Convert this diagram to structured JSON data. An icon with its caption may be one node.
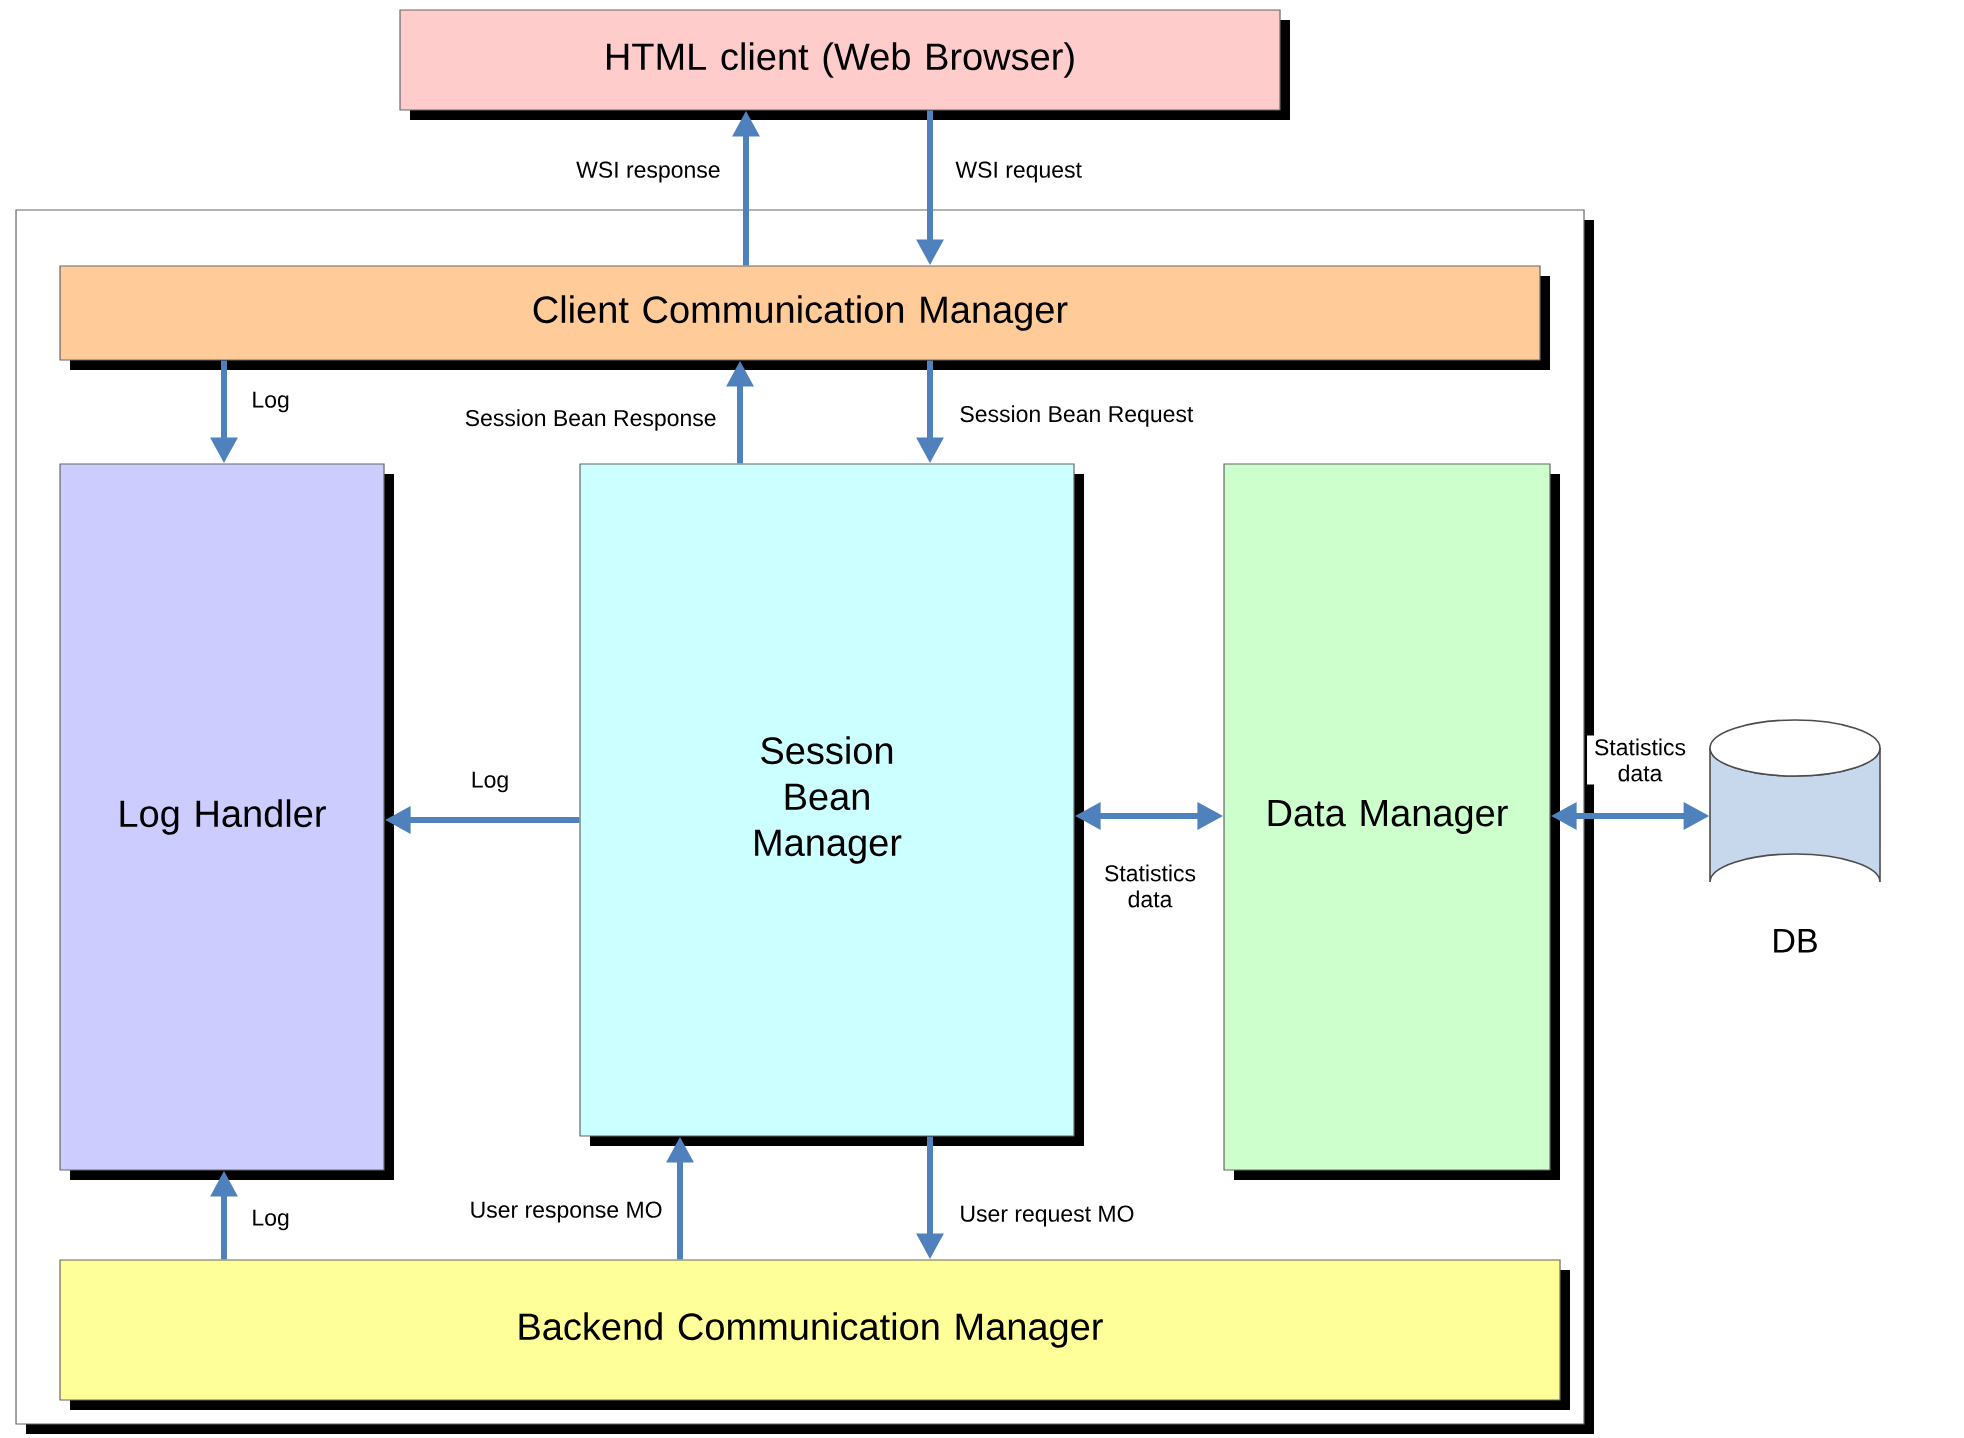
{
  "diagram": {
    "nodes": [
      {
        "text": [
          "HTML client (Web Browser)"
        ]
      },
      {
        "text": [],
        "shape": "box"
      },
      {
        "text": [
          "Client Communication Manager"
        ],
        "in": 1
      },
      {
        "text": [
          "Log Handler"
        ],
        "in": 1
      },
      {
        "text": [
          "Session Bean Manager"
        ],
        "in": 1
      },
      {
        "text": [
          "Data Manager"
        ],
        "in": 1
      },
      {
        "text": [
          "Backend Communication Manager"
        ],
        "in": 1
      },
      {
        "text": [],
        "shape": "cylinder",
        "beside": [
          "DB"
        ]
      }
    ],
    "edges": [
      {
        "from": 2,
        "to": 0,
        "arrow": "to",
        "label": "WSI response"
      },
      {
        "from": 0,
        "to": 2,
        "arrow": "to",
        "label": "WSI request"
      },
      {
        "from": 2,
        "to": 3,
        "arrow": "to",
        "label": "Log"
      },
      {
        "from": 4,
        "to": 2,
        "arrow": "to",
        "label": "Session Bean Response"
      },
      {
        "from": 2,
        "to": 4,
        "arrow": "to",
        "label": "Session Bean Request"
      },
      {
        "from": 4,
        "to": 3,
        "arrow": "to",
        "label": "Log"
      },
      {
        "from": 4,
        "to": 5,
        "arrow": "both",
        "label": "Statistics data"
      },
      {
        "from": 5,
        "to": 7,
        "arrow": "both",
        "label": "Statistics data"
      },
      {
        "from": 6,
        "to": 3,
        "arrow": "to",
        "label": "Log"
      },
      {
        "from": 6,
        "to": 4,
        "arrow": "to",
        "label": "User response MO"
      },
      {
        "from": 4,
        "to": 6,
        "arrow": "to",
        "label": "User request MO"
      }
    ]
  }
}
